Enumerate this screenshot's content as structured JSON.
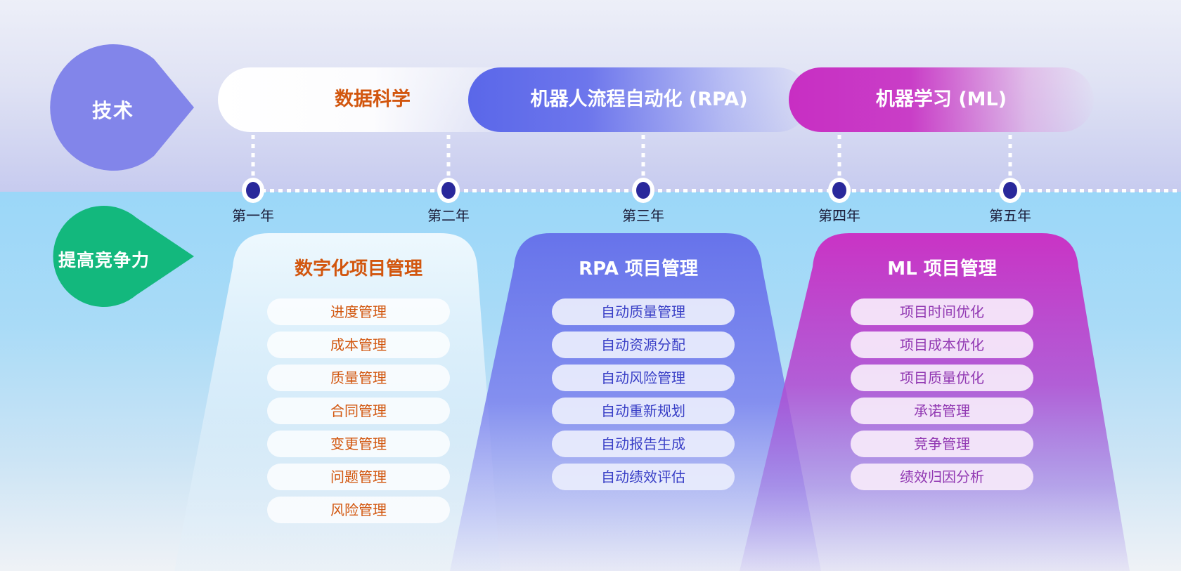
{
  "technology_row": {
    "label": "技术",
    "pills": [
      {
        "label": "数据科学"
      },
      {
        "label": "机器人流程自动化 (RPA)"
      },
      {
        "label": "机器学习 (ML)"
      }
    ]
  },
  "timeline": {
    "years": [
      "第一年",
      "第二年",
      "第三年",
      "第四年",
      "第五年"
    ]
  },
  "competitiveness_row": {
    "label": "提高竞争力",
    "columns": [
      {
        "title": "数字化项目管理",
        "items": [
          "进度管理",
          "成本管理",
          "质量管理",
          "合同管理",
          "变更管理",
          "问题管理",
          "风险管理"
        ]
      },
      {
        "title": "RPA 项目管理",
        "items": [
          "自动质量管理",
          "自动资源分配",
          "自动风险管理",
          "自动重新规划",
          "自动报告生成",
          "自动绩效评估"
        ]
      },
      {
        "title": "ML 项目管理",
        "items": [
          "项目时间优化",
          "项目成本优化",
          "项目质量优化",
          "承诺管理",
          "竞争管理",
          "绩效归因分析"
        ]
      }
    ]
  },
  "colors": {
    "tech_drop": "#8285EA",
    "competitive_drop": "#13B87D",
    "data_science_text": "#D2560E",
    "rpa_pill": "#5A67E9",
    "ml_pill": "#C82EC3",
    "timeline_dot": "#29289B",
    "year_text": "#1B1B38",
    "col1_text": "#D2560E",
    "col2_panel": "#6570EA",
    "col2_item_text": "#383EC6",
    "col3_panel": "#CB2EC3",
    "col3_item_text": "#9138B2"
  }
}
